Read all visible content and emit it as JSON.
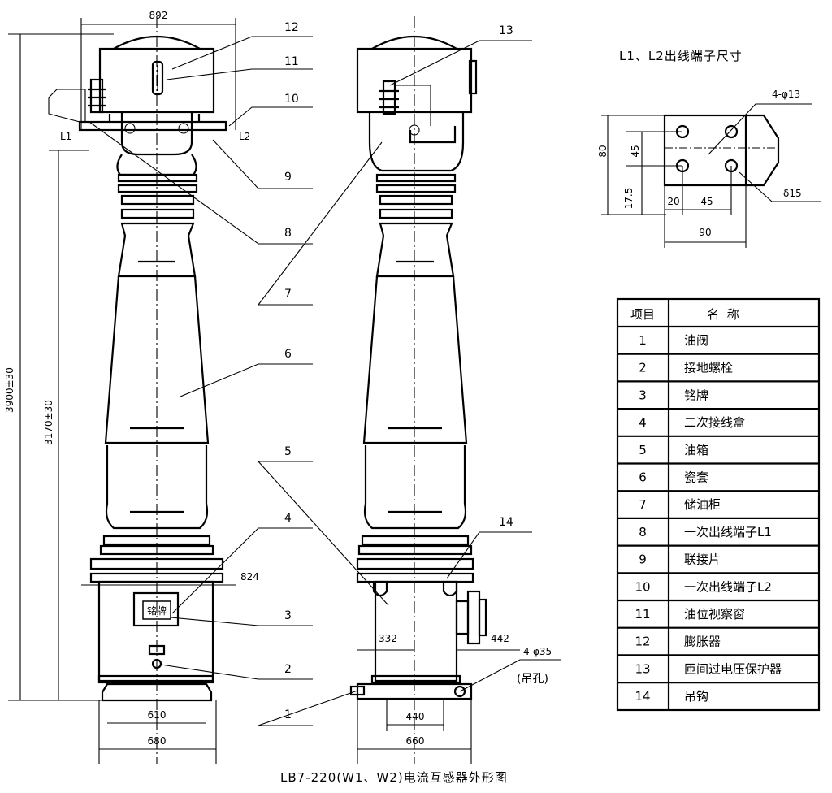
{
  "caption": "LB7-220(W1、W2)电流互感器外形图",
  "callouts": [
    "12",
    "11",
    "10",
    "9",
    "8",
    "7",
    "6",
    "5",
    "4",
    "3",
    "2",
    "1",
    "13",
    "14"
  ],
  "dimensions": {
    "top_width": "892",
    "overall_height": "3900±30",
    "mid_height": "3170±30",
    "flange": "824",
    "base_inner": "610",
    "base_outer": "680",
    "right_offset": "332",
    "right_box": "442",
    "right_base_inner": "440",
    "right_base_outer": "660",
    "lift_holes": "4-φ35",
    "lift_holes_note": "(吊孔)",
    "terminal_l1": "L1",
    "terminal_l2": "L2"
  },
  "nameplate_text": "铭牌",
  "terminal_detail": {
    "title": "L1、L2出线端子尺寸",
    "holes": "4-φ13",
    "thickness": "δ15",
    "d80": "80",
    "d45v": "45",
    "d17_5": "17.5",
    "d20": "20",
    "d45h": "45",
    "d90": "90"
  },
  "parts_table": {
    "headers": [
      "项目",
      "名  称"
    ],
    "rows": [
      [
        "1",
        "油阀"
      ],
      [
        "2",
        "接地螺栓"
      ],
      [
        "3",
        "铭牌"
      ],
      [
        "4",
        "二次接线盒"
      ],
      [
        "5",
        "油箱"
      ],
      [
        "6",
        "瓷套"
      ],
      [
        "7",
        "储油柜"
      ],
      [
        "8",
        "一次出线端子L1"
      ],
      [
        "9",
        "联接片"
      ],
      [
        "10",
        "一次出线端子L2"
      ],
      [
        "11",
        "油位视察窗"
      ],
      [
        "12",
        "膨胀器"
      ],
      [
        "13",
        "匝间过电压保护器"
      ],
      [
        "14",
        "吊钩"
      ]
    ]
  }
}
